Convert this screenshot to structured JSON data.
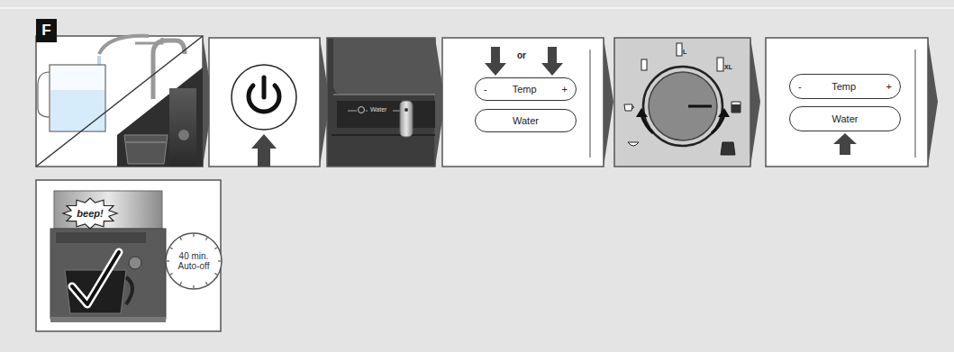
{
  "diagram": {
    "nodes": [
      {
        "text": [
          "F"
        ]
      },
      {
        "text": [
          "-",
          "Temp",
          "+"
        ]
      },
      {
        "text": [
          "Water"
        ]
      },
      {
        "text": [
          "-",
          "Temp",
          "+"
        ]
      },
      {
        "text": [
          "Water"
        ]
      },
      {
        "text": [
          "beep!"
        ]
      },
      {
        "text": [
          "40 min. Auto-off"
        ]
      }
    ],
    "labels": [
      "or",
      "Water",
      "L",
      "XL"
    ]
  }
}
